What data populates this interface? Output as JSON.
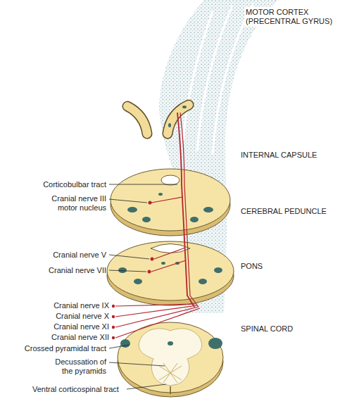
{
  "diagram": {
    "labels": [
      "MOTOR CORTEX (PRECENTRAL GYRUS)",
      "INTERNAL CAPSULE",
      "Corticobulbar tract",
      "Cranial nerve III motor nucleus",
      "CEREBRAL PEDUNCLE",
      "Cranial nerve V",
      "Cranial nerve VII",
      "PONS",
      "Cranial nerve IX",
      "Cranial nerve X",
      "Cranial nerve XI",
      "Cranial nerve XII",
      "SPINAL CORD",
      "Crossed pyramidal tract",
      "Decussation of the pyramids",
      "Ventral corticospinal tract"
    ]
  }
}
